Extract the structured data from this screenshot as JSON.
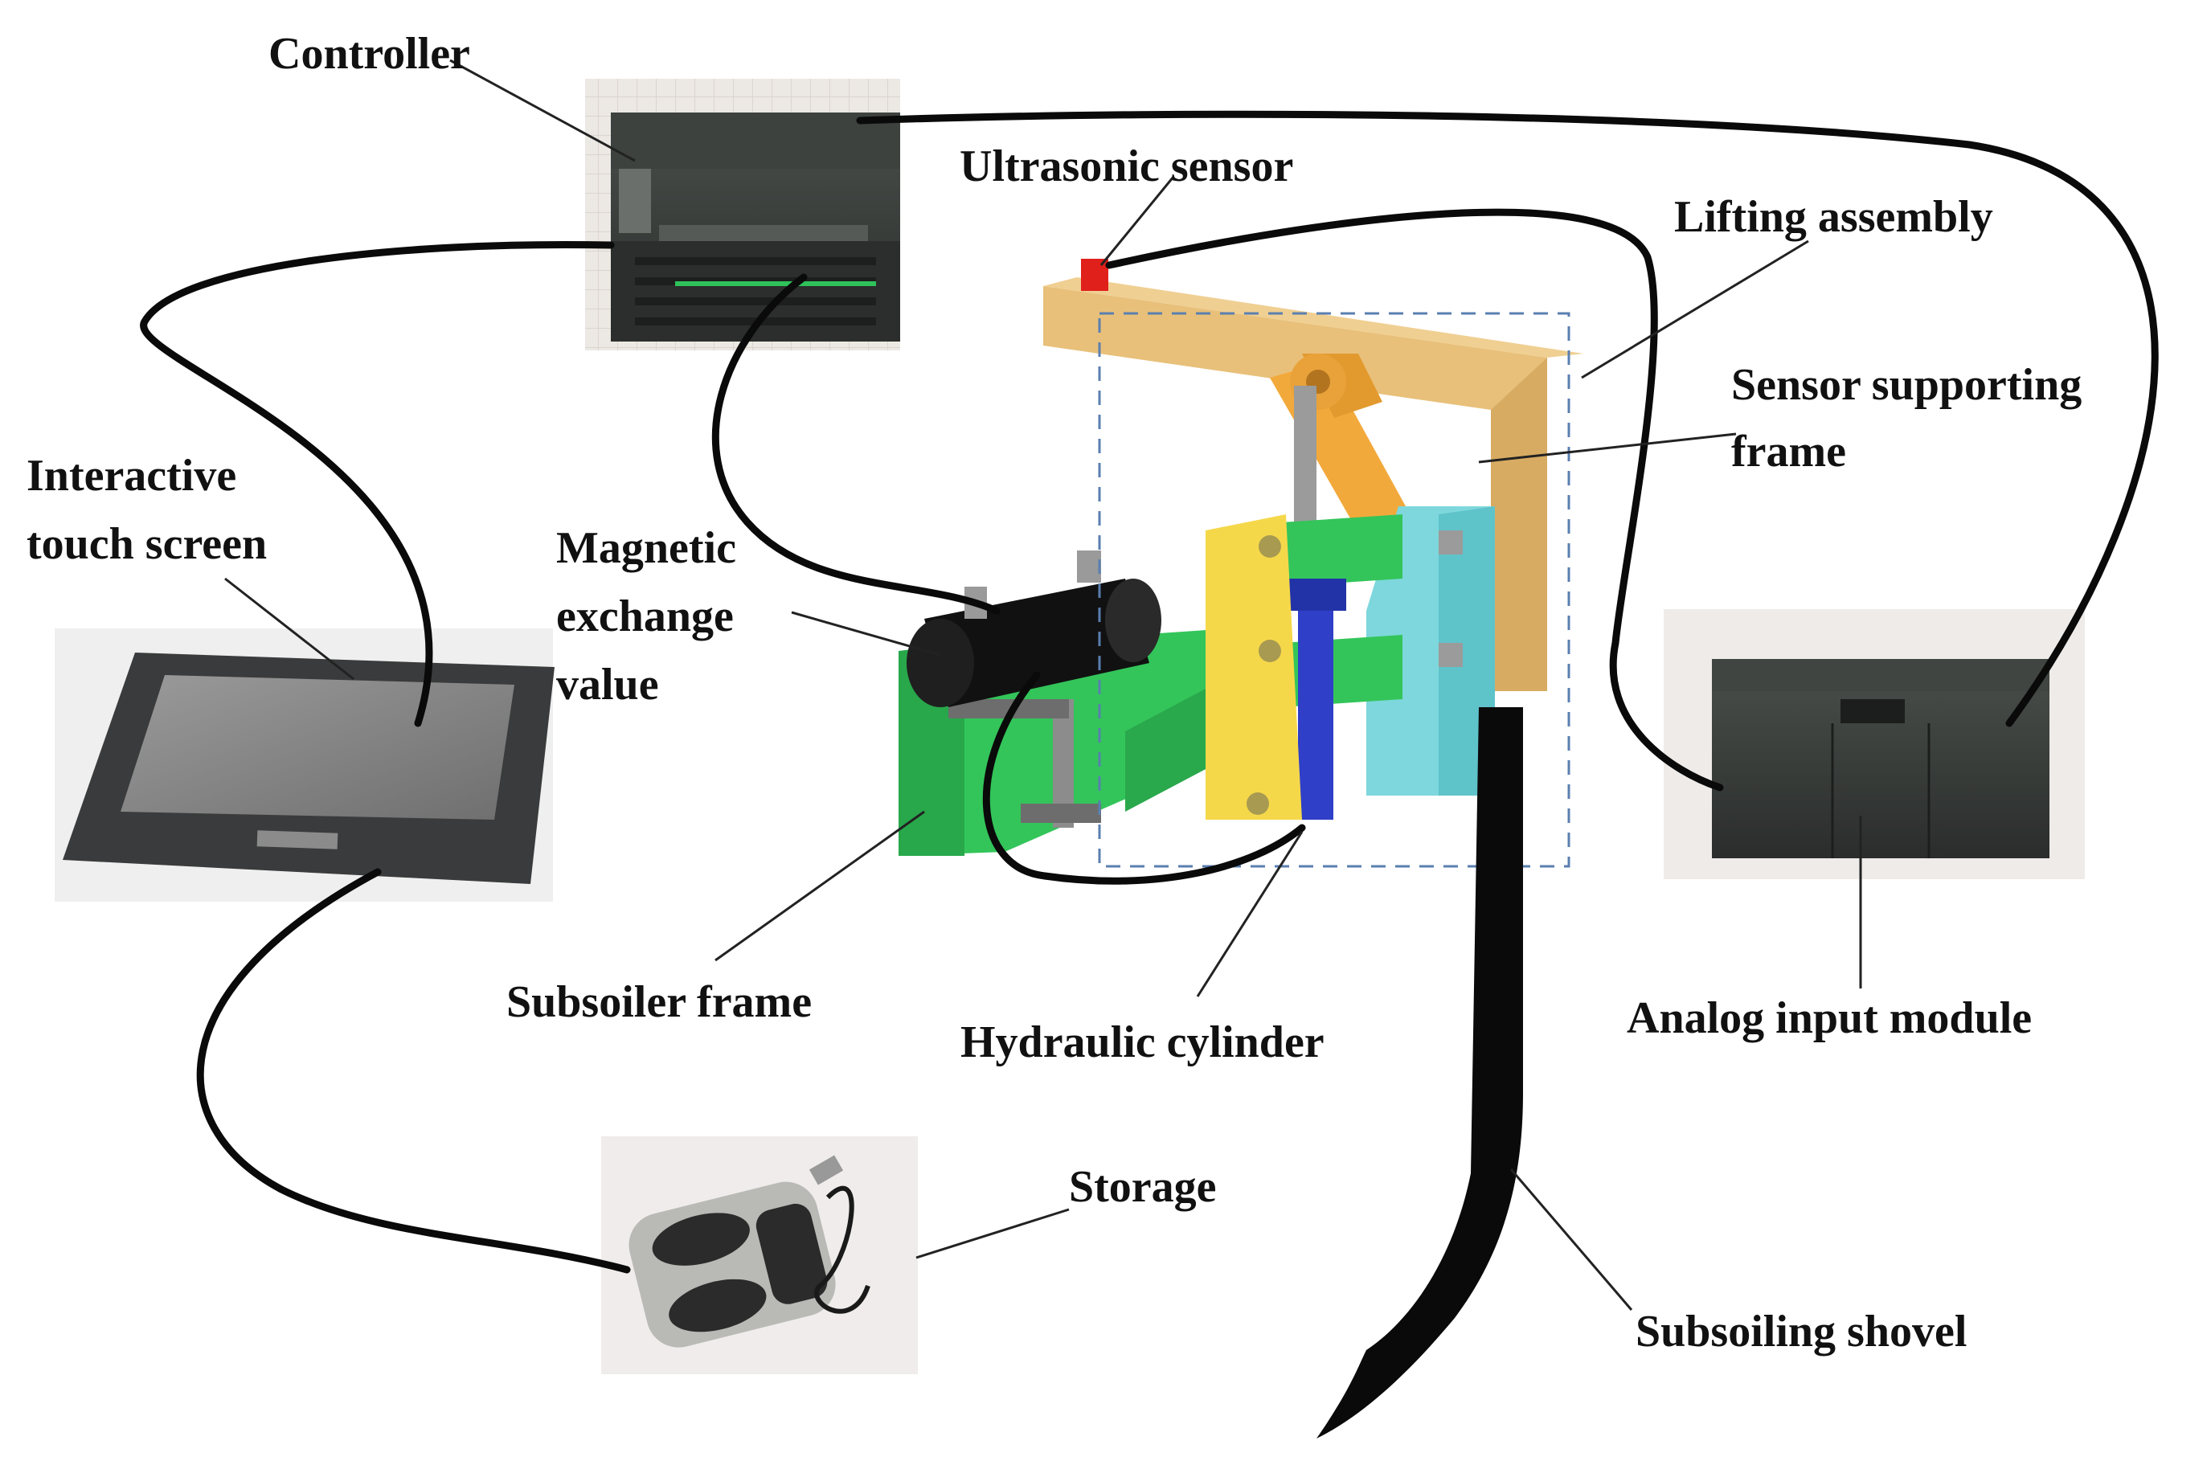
{
  "labels": {
    "controller": "Controller",
    "ultrasonic_sensor": "Ultrasonic sensor",
    "lifting_assembly": "Lifting assembly",
    "sensor_supporting_frame_1": "Sensor supporting",
    "sensor_supporting_frame_2": "frame",
    "interactive_touch_screen_1": "Interactive",
    "interactive_touch_screen_2": "touch screen",
    "magnetic_exchange_value_1": "Magnetic",
    "magnetic_exchange_value_2": "exchange",
    "magnetic_exchange_value_3": "value",
    "subsoiler_frame": "Subsoiler frame",
    "hydraulic_cylinder": "Hydraulic cylinder",
    "analog_input_module": "Analog input module",
    "storage": "Storage",
    "subsoiling_shovel": "Subsoiling shovel"
  },
  "colors": {
    "sensor_frame": "#E8C07A",
    "linkage_orange": "#F2A93B",
    "yellow_plate": "#F5D84A",
    "cyan_plate": "#7ED7DC",
    "green_part": "#33C55A",
    "cylinder_blue": "#2F3FC8",
    "ultrasonic_red": "#E0201B",
    "dashed_box": "#5A7FB0",
    "cable": "#0a0a0a"
  }
}
